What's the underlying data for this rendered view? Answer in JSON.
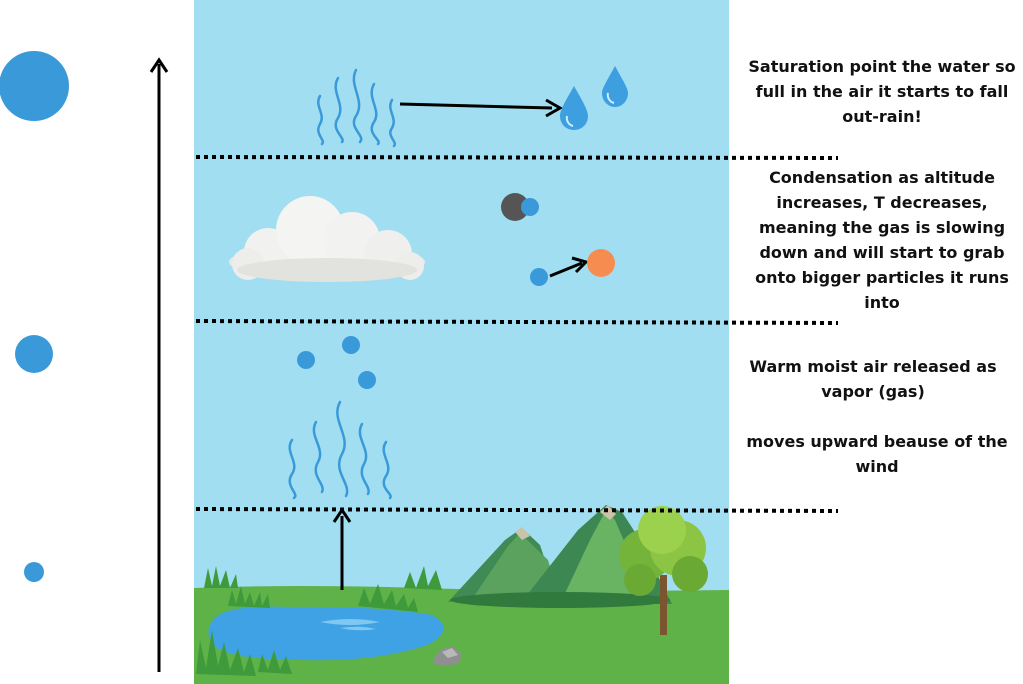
{
  "colors": {
    "sky": "#a1def2",
    "ground": "#5fb247",
    "pond": "#3ea2e4",
    "particle": "#3a9ad9",
    "grey_particle": "#555555",
    "orange_particle": "#f68c50",
    "arrow": "#000000"
  },
  "labels": {
    "saturation": "Saturation point the water so full in the air it starts to fall out-rain!",
    "condensation": "Condensation as altitude increases, T decreases, meaning the gas is slowing down and will start to grab onto bigger particles it runs into",
    "vapor": "Warm moist air released as vapor (gas)",
    "upward": "moves upward beause of the wind"
  }
}
